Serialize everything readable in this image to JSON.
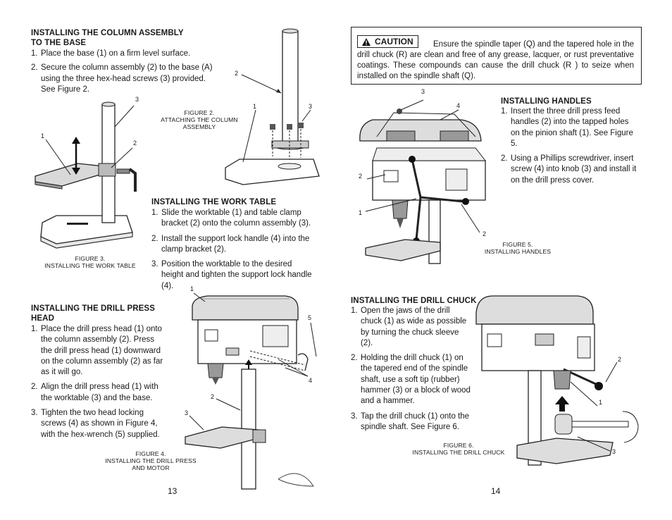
{
  "left": {
    "column": {
      "title_1": "INSTALLING THE COLUMN ASSEMBLY",
      "title_2": "TO THE BASE",
      "steps": [
        "Place the base (1) on a firm level surface.",
        "Secure the column assembly (2) to the base (A) using the three hex-head screws (3) provided. See Figure 2."
      ],
      "numbers": [
        "1.",
        "2."
      ]
    },
    "fig2": {
      "caption_1": "FIGURE 2.",
      "caption_2": "ATTACHING THE COLUMN",
      "caption_3": "ASSEMBLY",
      "callouts": [
        "2",
        "1",
        "3"
      ]
    },
    "fig3": {
      "caption_1": "FIGURE 3.",
      "caption_2": "INSTALLING THE WORK TABLE",
      "callouts": [
        "3",
        "1",
        "2"
      ]
    },
    "worktable": {
      "title": "INSTALLING THE WORK TABLE",
      "steps": [
        "Slide the worktable (1) and table clamp bracket (2) onto the column assembly (3).",
        "Install the support lock handle (4) into the clamp bracket (2).",
        "Position the worktable to the desired height and tighten the support lock handle (4)."
      ],
      "numbers": [
        "1.",
        "2.",
        "3."
      ]
    },
    "head": {
      "title_1": "INSTALLING THE DRILL PRESS",
      "title_2": "HEAD",
      "steps": [
        "Place the drill press head (1) onto the column assembly (2). Press the drill press head (1) downward on the column assembly (2) as far as it will go.",
        "Align the drill press head (1) with the worktable (3) and the base.",
        "Tighten the two head locking screws (4) as shown in Figure 4, with the hex-wrench (5) supplied."
      ],
      "numbers": [
        "1.",
        "2.",
        "3."
      ]
    },
    "fig4": {
      "caption_1": "FIGURE 4.",
      "caption_2": "INSTALLING THE DRILL PRESS",
      "caption_3": "AND MOTOR",
      "callouts": [
        "1",
        "5",
        "4",
        "2",
        "3"
      ]
    },
    "page_number": "13"
  },
  "right": {
    "caution": {
      "badge": "CAUTION",
      "icon": "warning-triangle-icon",
      "text": "Ensure the spindle taper (Q) and the tapered hole in the drill chuck (R) are clean and free of any grease, lacquer, or rust preventative coatings. These compounds can cause the drill chuck (R ) to seize when installed on the spindle shaft (Q)."
    },
    "handles": {
      "title": "INSTALLING HANDLES",
      "steps": [
        "Insert the three drill press feed handles (2) into the tapped holes on the pinion shaft (1). See Figure 5.",
        "Using a Phillips screwdriver, insert screw (4) into knob (3) and install it on the drill press cover."
      ],
      "numbers": [
        "1.",
        "2."
      ]
    },
    "fig5": {
      "caption_1": "FIGURE 5.",
      "caption_2": "INSTALLING HANDLES",
      "callouts": [
        "3",
        "4",
        "2",
        "1",
        "2"
      ]
    },
    "chuck": {
      "title": "INSTALLING THE DRILL CHUCK",
      "steps": [
        "Open the jaws of the drill chuck (1) as wide as possible by turning the chuck sleeve (2).",
        "Holding the drill chuck (1) on the tapered end of the spindle shaft, use a soft tip (rubber) hammer (3) or a block of wood and a hammer.",
        "Tap the drill chuck (1) onto the spindle shaft. See Figure 6."
      ],
      "numbers": [
        "1.",
        "2.",
        "3."
      ]
    },
    "fig6": {
      "caption_1": "FIGURE 6.",
      "caption_2": "INSTALLING THE DRILL CHUCK",
      "callouts": [
        "2",
        "1",
        "3"
      ]
    },
    "page_number": "14"
  }
}
